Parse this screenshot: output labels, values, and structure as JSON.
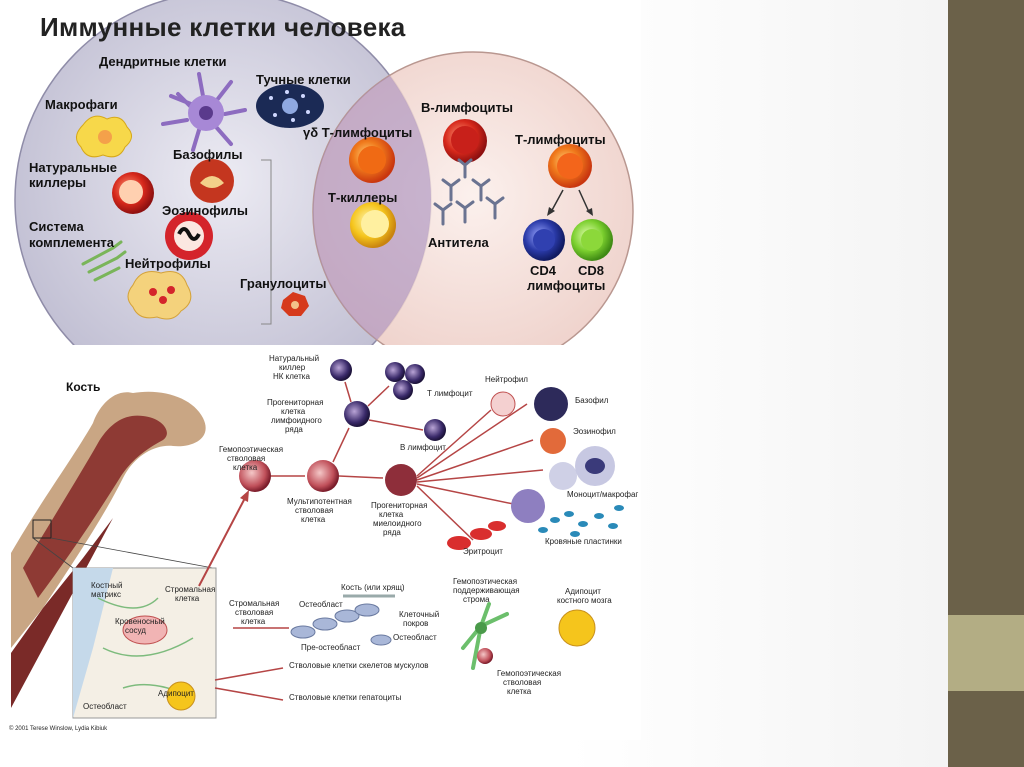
{
  "title": "Иммунные клетки человека",
  "innate": {
    "dendritic": "Дендритные клетки",
    "mast": "Тучные клетки",
    "macrophages": "Макрофаги",
    "nk_line1": "Натуральные",
    "nk_line2": "киллеры",
    "basophils": "Базофилы",
    "eosinophils": "Эозинофилы",
    "complement_line1": "Система",
    "complement_line2": "комплемента",
    "neutrophils": "Нейтрофилы",
    "granulocytes": "Гранулоциты"
  },
  "overlap": {
    "gd_t": "γδ Т-лимфоциты",
    "t_killers": "Т-киллеры"
  },
  "adaptive": {
    "b_lymph": "В-лимфоциты",
    "t_lymph": "Т-лимфоциты",
    "antibodies": "Антитела",
    "cd4": "CD4",
    "cd8": "CD8",
    "lymphocytes": "лимфоциты"
  },
  "hematopoiesis": {
    "bone": "Кость",
    "nk1": "Натуральный",
    "nk2": "киллер",
    "nk3": "НК клетка",
    "t_lymphocyte": "Т лимфоцит",
    "lp1": "Прогениторная",
    "lp2": "клетка",
    "lp3": "лимфоидного",
    "lp4": "ряда",
    "b_lymphocyte": "В лимфоцит",
    "hsc1": "Гемопоэтическая",
    "hsc2": "стволовая",
    "hsc3": "клетка",
    "mp1": "Мультипотентная",
    "mp2": "стволовая",
    "mp3": "клетка",
    "mye1": "Прогениторная",
    "mye2": "клетка",
    "mye3": "миелоидного",
    "mye4": "ряда",
    "neutrophil": "Нейтрофил",
    "basophil": "Базофил",
    "eosinophil": "Эозинофил",
    "monocyte": "Моноцит/макрофаг",
    "platelets": "Кровяные пластинки",
    "erythrocyte": "Эритроцит",
    "bone_matrix1": "Костный",
    "bone_matrix2": "матрикс",
    "stromal1": "Стромальная",
    "stromal2": "клетка",
    "vessel1": "Кровеносный",
    "vessel2": "сосуд",
    "adipocyte": "Адипоцит",
    "osteoblast_small": "Остеобласт",
    "sc1": "Стромальная",
    "sc2": "стволовая",
    "sc3": "клетка",
    "bone_cart": "Кость (или хрящ)",
    "osteoblast": "Остеобласт",
    "cell_cover1": "Клеточный",
    "cell_cover2": "покров",
    "osteoblast2": "Остеобласт",
    "pre_osteoblast": "Пре-остеобласт",
    "stroma1": "Гемопоэтическая",
    "stroma2": "поддерживающая",
    "stroma3": "строма",
    "hsc_b1": "Гемопоэтическая",
    "hsc_b2": "стволовая",
    "hsc_b3": "клетка",
    "marrow_adipo1": "Адипоцит",
    "marrow_adipo2": "костного мозга",
    "muscle": "Стволовые клетки скелетов мускулов",
    "hepato": "Стволовые клетки гепатоциты",
    "credit": "© 2001 Terese Winslow, Lydia Kibiuk"
  },
  "colors": {
    "sidebar_dark": "#6b6149",
    "sidebar_light": "#b3ad84",
    "innate_circle": "#c9c7d9",
    "adaptive_circle": "#f1d6d0",
    "overlap": "#b9a3c7"
  }
}
